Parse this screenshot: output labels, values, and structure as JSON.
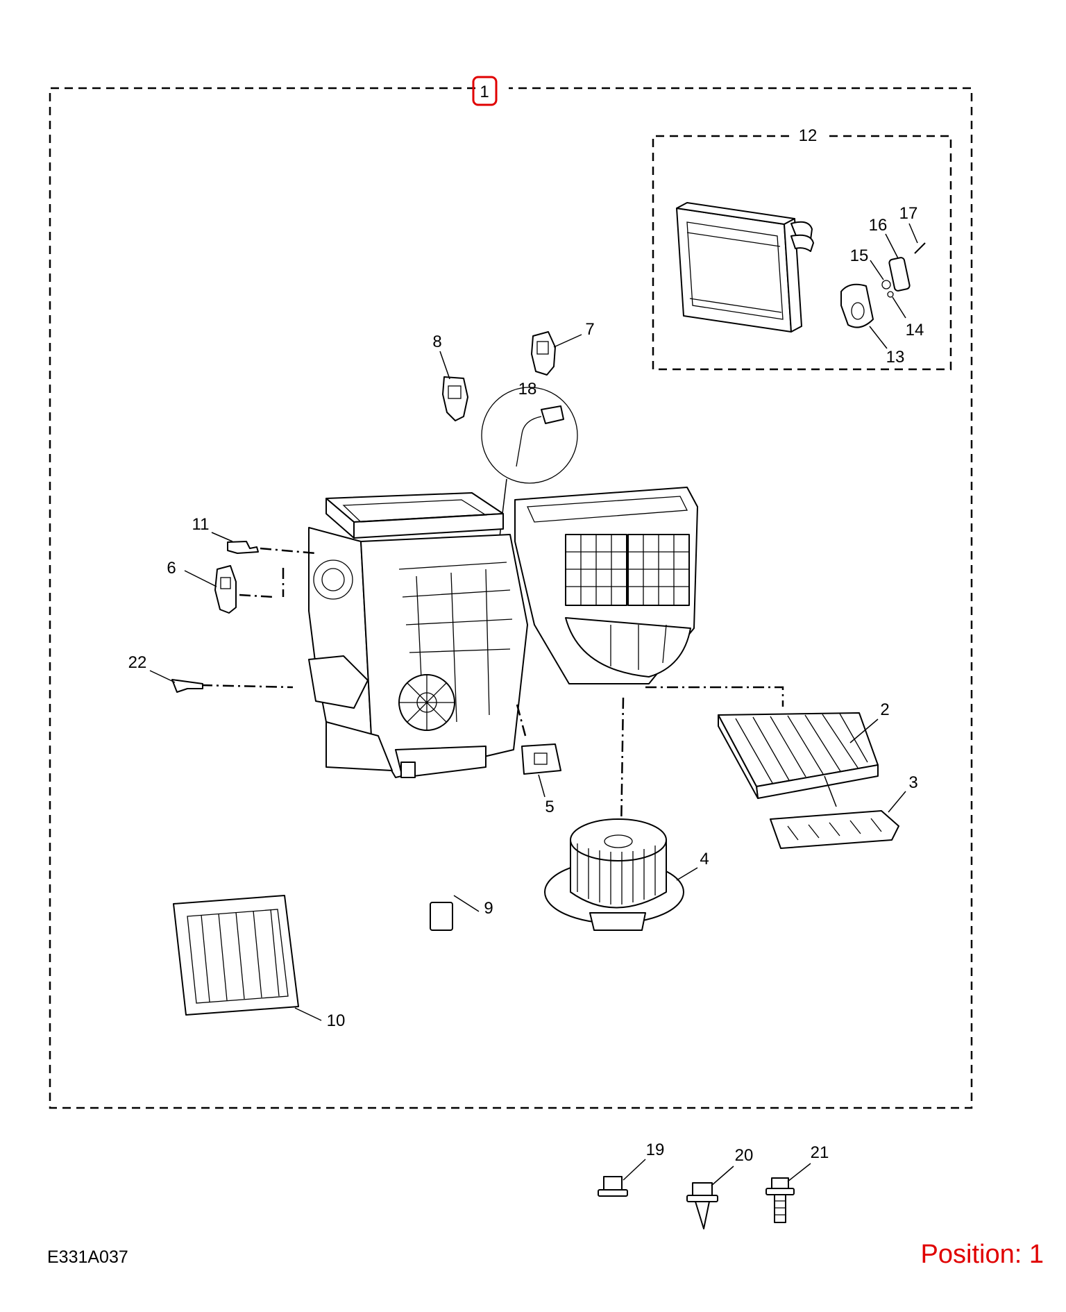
{
  "diagram": {
    "callouts": {
      "c1": "1",
      "c2": "2",
      "c3": "3",
      "c4": "4",
      "c5": "5",
      "c6": "6",
      "c7": "7",
      "c8": "8",
      "c9": "9",
      "c10": "10",
      "c11": "11",
      "c12": "12",
      "c13": "13",
      "c14": "14",
      "c15": "15",
      "c16": "16",
      "c17": "17",
      "c18": "18",
      "c19": "19",
      "c20": "20",
      "c21": "21",
      "c22": "22"
    },
    "highlight_color": "#e00000"
  },
  "footer": {
    "code": "E331A037",
    "position_text": "Position: 1",
    "position_color": "#e00000"
  }
}
